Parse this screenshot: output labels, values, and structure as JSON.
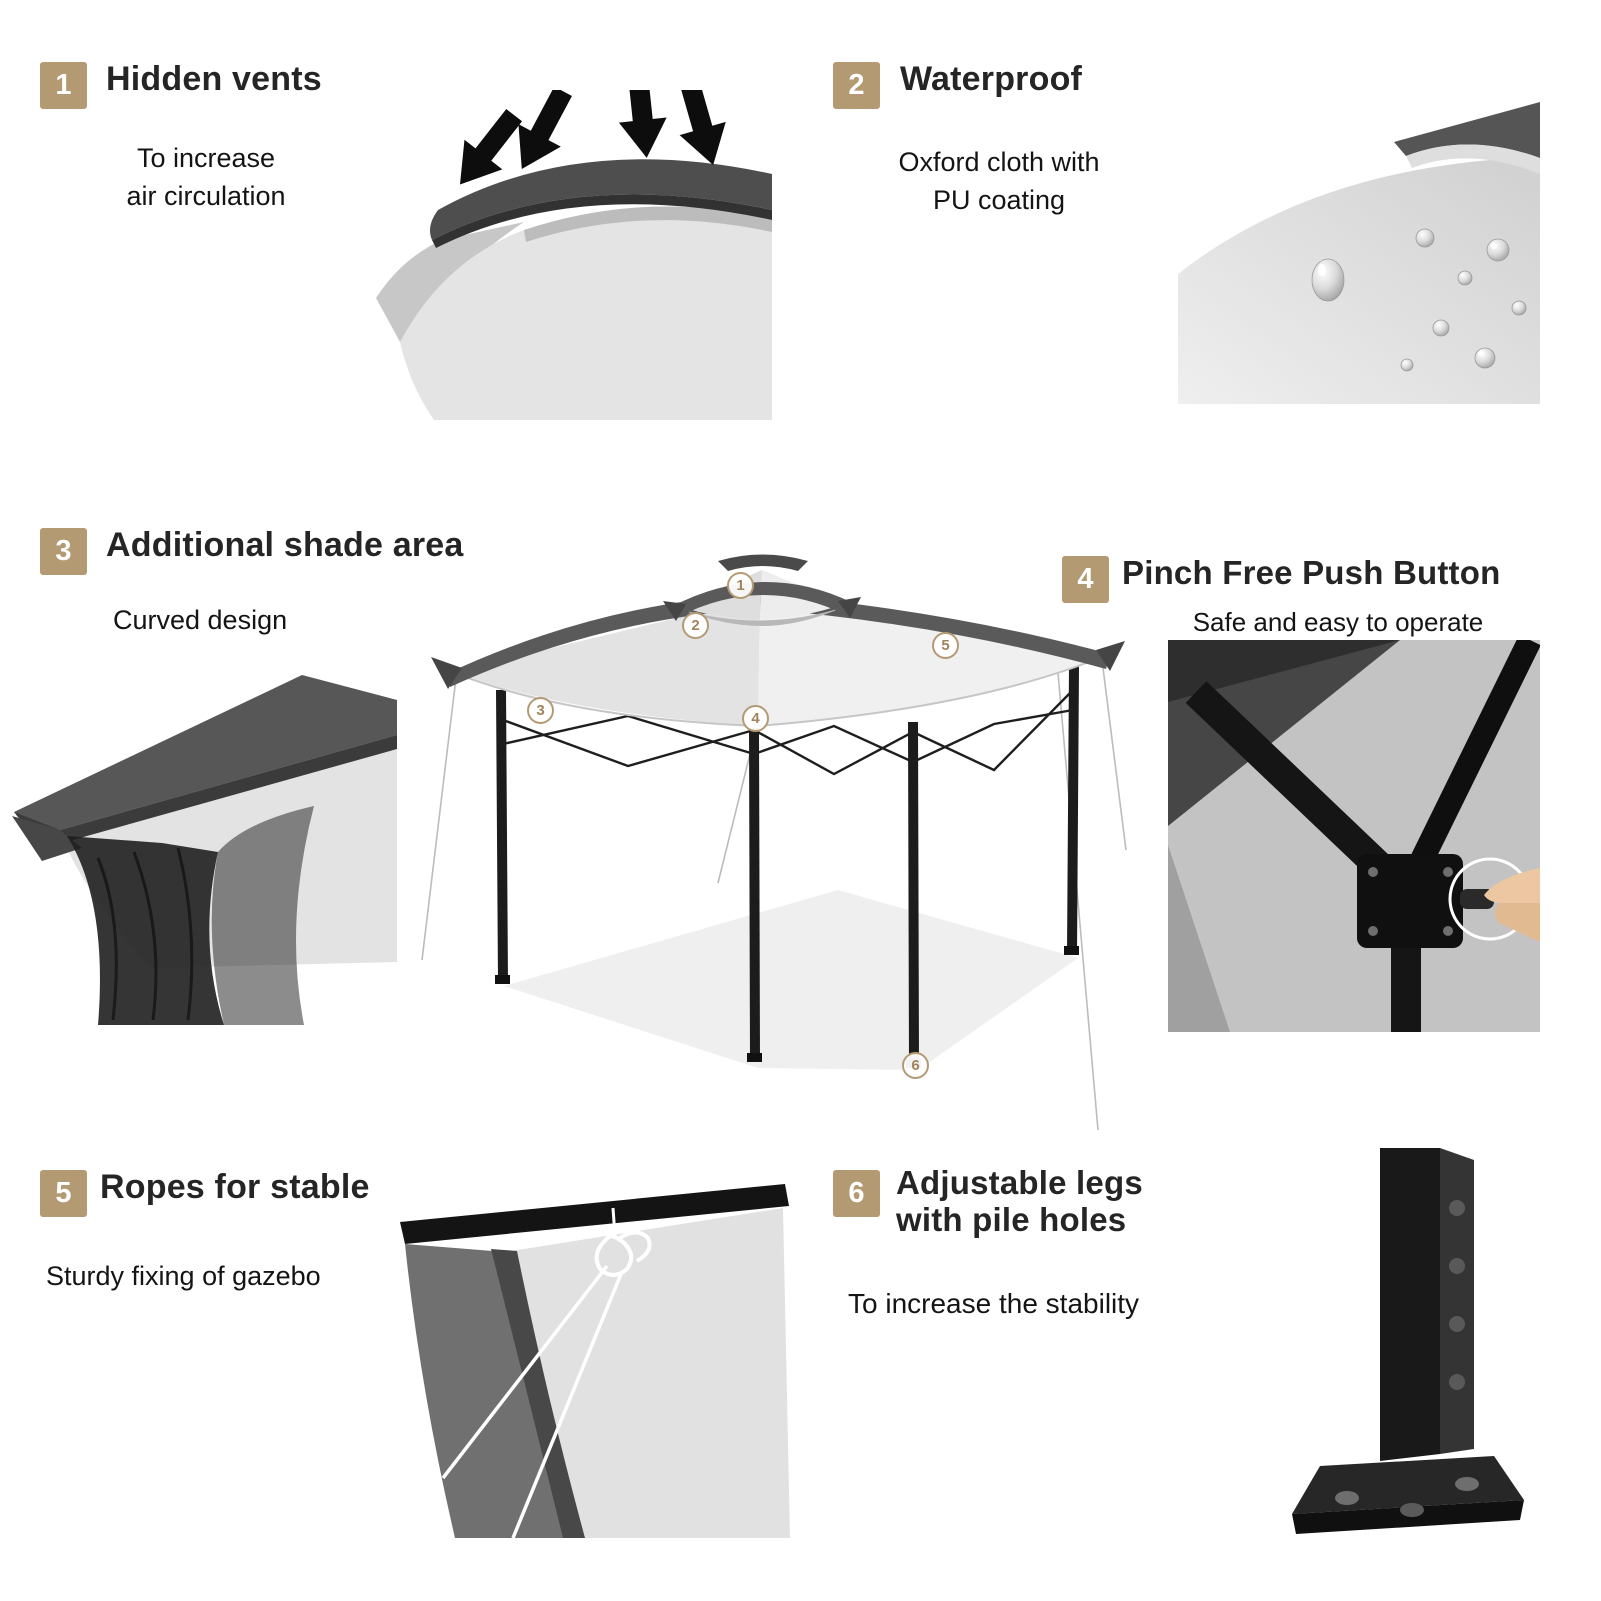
{
  "page": {
    "background": "#ffffff",
    "accent_color": "#b49a73",
    "heading_color": "#252525"
  },
  "features": [
    {
      "num": "1",
      "title": "Hidden vents",
      "desc": "To increase\nair circulation"
    },
    {
      "num": "2",
      "title": "Waterproof",
      "desc": "Oxford cloth with\nPU coating"
    },
    {
      "num": "3",
      "title": "Additional shade area",
      "desc": "Curved design"
    },
    {
      "num": "4",
      "title": "Pinch Free Push Button",
      "desc": "Safe and easy to operate"
    },
    {
      "num": "5",
      "title": "Ropes for stable",
      "desc": "Sturdy fixing of gazebo"
    },
    {
      "num": "6",
      "title": "Adjustable legs\nwith pile holes",
      "desc": "To increase the stability"
    }
  ],
  "gazebo_callouts": [
    {
      "num": "1"
    },
    {
      "num": "2"
    },
    {
      "num": "3"
    },
    {
      "num": "4"
    },
    {
      "num": "5"
    },
    {
      "num": "6"
    }
  ]
}
